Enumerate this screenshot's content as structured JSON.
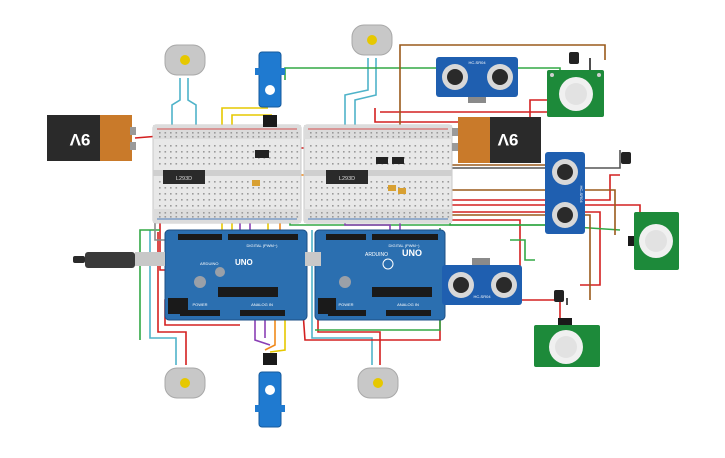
{
  "battery_left": {
    "label": "9V"
  },
  "battery_right": {
    "label": "9V"
  },
  "ic_left": {
    "label": "L293D"
  },
  "ic_right": {
    "label": "L293D"
  },
  "arduino_left": {
    "digital": "DIGITAL (PWM~)",
    "brand": "ARDUINO",
    "model": "UNO",
    "power": "POWER",
    "analog": "ANALOG IN"
  },
  "arduino_right": {
    "digital": "DIGITAL (PWM~)",
    "brand": "ARDUINO",
    "model": "UNO",
    "power": "POWER",
    "analog": "ANALOG IN"
  },
  "ultrasonic_top": {
    "label": "HC-SR04"
  },
  "ultrasonic_right": {
    "label": "HC-SR04"
  },
  "ultrasonic_bottom": {
    "label": "HC-SR04"
  },
  "colors": {
    "arduino": "#2b6fb0",
    "breadboard": "#e8e8e8",
    "sensor_blue": "#1f5fb0",
    "pir_green": "#1d8a3a",
    "wire_red": "#d32020",
    "wire_green": "#32a845",
    "wire_yellow": "#e6c800",
    "wire_purple": "#8a3fb5",
    "wire_brown": "#9a5a1c",
    "wire_cyan": "#4fb3c9"
  }
}
